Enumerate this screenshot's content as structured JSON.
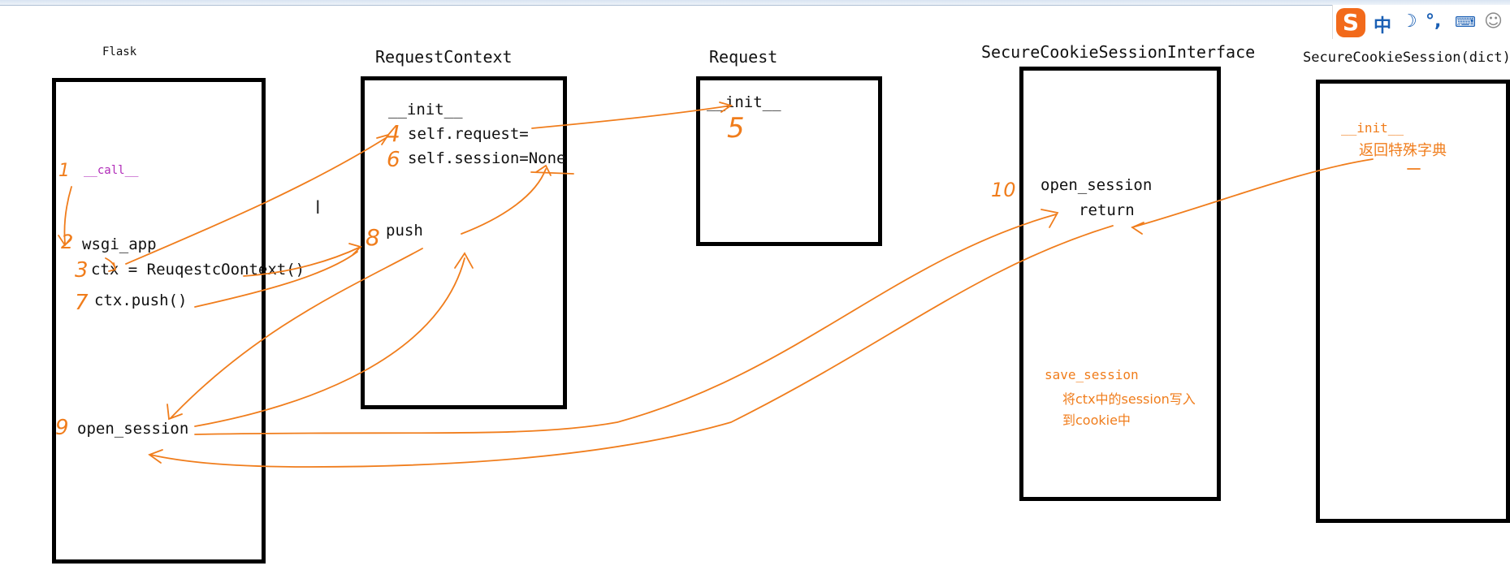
{
  "boxes": {
    "flask": {
      "title": "Flask",
      "method_call": "__call__",
      "wsgi_app": "wsgi_app",
      "ctx_create": "ctx = ReuqestcOontext()",
      "ctx_push": "ctx.push()",
      "open_session": "open_session"
    },
    "request_context": {
      "title": "RequestContext",
      "init": "__init__",
      "self_request": "self.request=",
      "self_session": "self.session=None",
      "push": "push"
    },
    "request": {
      "title": "Request",
      "init": "__init__"
    },
    "secure_cookie_session_interface": {
      "title": "SecureCookieSessionInterface",
      "open_session": "open_session",
      "return": "return",
      "save_session": "save_session",
      "save_note_line1": "将ctx中的session写入",
      "save_note_line2": "到cookie中"
    },
    "secure_cookie_session": {
      "title": "SecureCookieSession(dict)",
      "init": "__init__",
      "note": "返回特殊字典"
    }
  },
  "steps": [
    "1",
    "2",
    "3",
    "4",
    "5",
    "6",
    "7",
    "8",
    "9",
    "10"
  ],
  "colors": {
    "annotation": "#f07d1c",
    "method_purple": "#b02ab8",
    "box_border": "#000000"
  },
  "ime_toolbar": {
    "logo": "S",
    "mode": "中",
    "moon_icon": "moon-icon",
    "punct_icon": "punctuation-icon",
    "keyboard_icon": "keyboard-icon",
    "user_icon": "user-icon"
  }
}
